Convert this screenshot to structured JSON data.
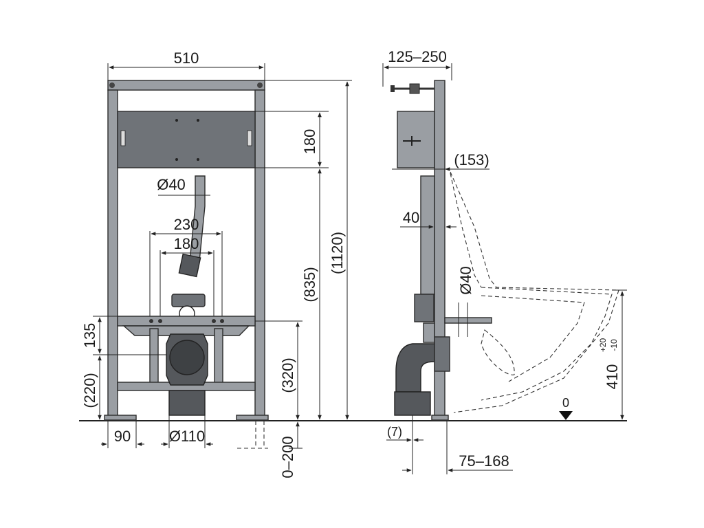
{
  "front_view": {
    "width_top": "510",
    "height_plate": "180",
    "diameter_flush_pipe": "Ø40",
    "spacing_outer": "230",
    "spacing_inner": "180",
    "height_total": "(1120)",
    "height_835": "(835)",
    "height_135": "135",
    "height_220": "(220)",
    "height_320": "(320)",
    "foot_width": "90",
    "diameter_drain": "Ø110",
    "floor_adjust": "0–200"
  },
  "side_view": {
    "depth_anchor": "125–250",
    "offset_153": "(153)",
    "depth_40": "40",
    "diameter_inlet": "Ø40",
    "offset_7": "(7)",
    "depth_range": "75–168",
    "floor_level": "0",
    "bowl_height": "410",
    "tolerance_plus": "+20",
    "tolerance_minus": "-10"
  },
  "colors": {
    "frame": "#9a9ea3",
    "frame_dark": "#6f7378",
    "pipe": "#55585c",
    "line": "#222222"
  }
}
